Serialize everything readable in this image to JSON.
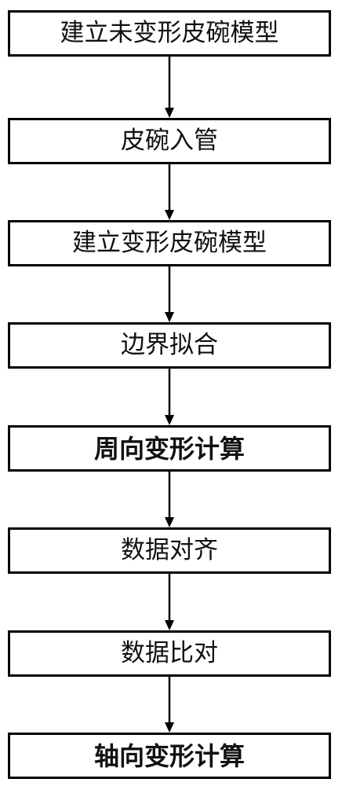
{
  "flowchart": {
    "steps": [
      {
        "label": "建立未变形皮碗模型"
      },
      {
        "label": "皮碗入管"
      },
      {
        "label": "建立变形皮碗模型"
      },
      {
        "label": "边界拟合"
      },
      {
        "label": "周向变形计算"
      },
      {
        "label": "数据对齐"
      },
      {
        "label": "数据比对"
      },
      {
        "label": "轴向变形计算"
      }
    ],
    "colors": {
      "border": "#000000",
      "text": "#111111",
      "background": "#ffffff"
    }
  }
}
